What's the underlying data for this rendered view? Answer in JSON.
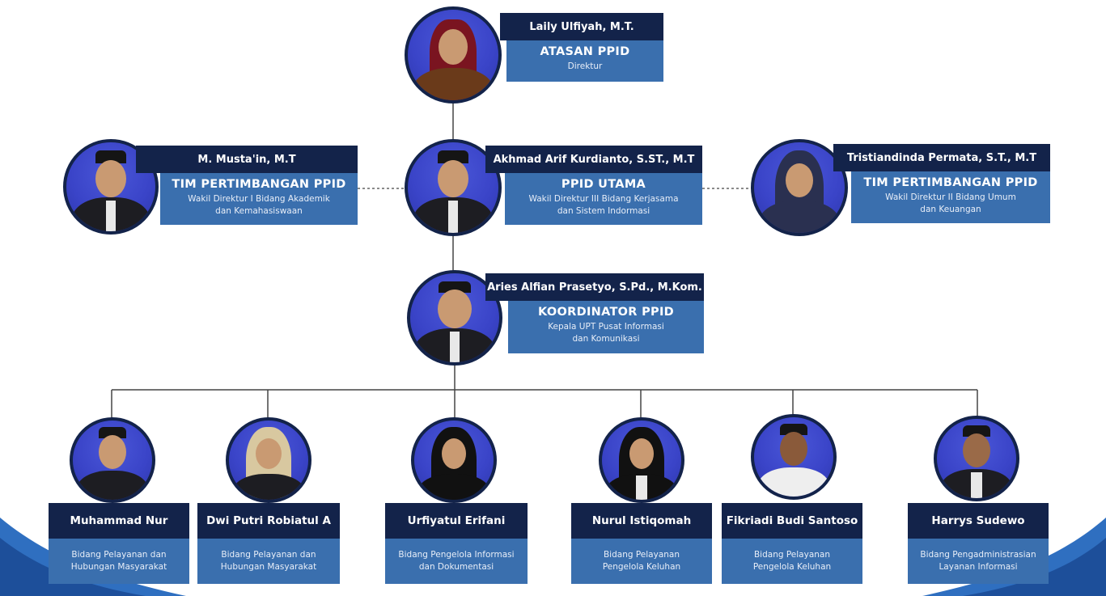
{
  "top": [
    {
      "name": "Laily Ulfiyah, M.T.",
      "role": "ATASAN PPID",
      "lines": [
        "Direktur"
      ],
      "hijab": "#7a1420"
    },
    {
      "name": "M. Musta'in, M.T",
      "role": "TIM PERTIMBANGAN PPID",
      "lines": [
        "Wakil Direktur I Bidang Akademik",
        "dan Kemahasiswaan"
      ]
    },
    {
      "name": "Akhmad Arif Kurdianto, S.ST., M.T",
      "role": "PPID UTAMA",
      "lines": [
        "Wakil Direktur III Bidang Kerjasama",
        "dan Sistem Indormasi"
      ]
    },
    {
      "name": "Tristiandinda Permata, S.T., M.T",
      "role": "TIM PERTIMBANGAN PPID",
      "lines": [
        "Wakil Direktur II Bidang Umum",
        "dan Keuangan"
      ],
      "hijab": "#2a3050"
    },
    {
      "name": "Aries Alfian Prasetyo, S.Pd., M.Kom.",
      "role": "KOORDINATOR PPID",
      "lines": [
        "Kepala UPT Pusat Informasi",
        "dan Komunikasi"
      ]
    }
  ],
  "staff": [
    {
      "name": "Muhammad Nur",
      "lines": [
        "Bidang Pelayanan dan",
        "Hubungan Masyarakat"
      ]
    },
    {
      "name": "Dwi Putri  Robiatul A",
      "lines": [
        "Bidang Pelayanan dan",
        "Hubungan Masyarakat"
      ],
      "hijab": "#d8c8a0"
    },
    {
      "name": "Urfiyatul Erifani",
      "lines": [
        "Bidang Pengelola Informasi",
        "dan Dokumentasi"
      ],
      "hijab": "#111111"
    },
    {
      "name": "Nurul Istiqomah",
      "lines": [
        "Bidang Pelayanan",
        "Pengelola Keluhan"
      ],
      "hijab": "#111111"
    },
    {
      "name": "Fikriadi Budi Santoso",
      "lines": [
        "Bidang Pelayanan",
        "Pengelola Keluhan"
      ]
    },
    {
      "name": "Harrys Sudewo",
      "lines": [
        "Bidang Pengadministrasian",
        "Layanan Informasi"
      ]
    }
  ],
  "colors": {
    "navy": "#13234a",
    "blue": "#3a6fae",
    "wave": "#2f6fc0"
  }
}
